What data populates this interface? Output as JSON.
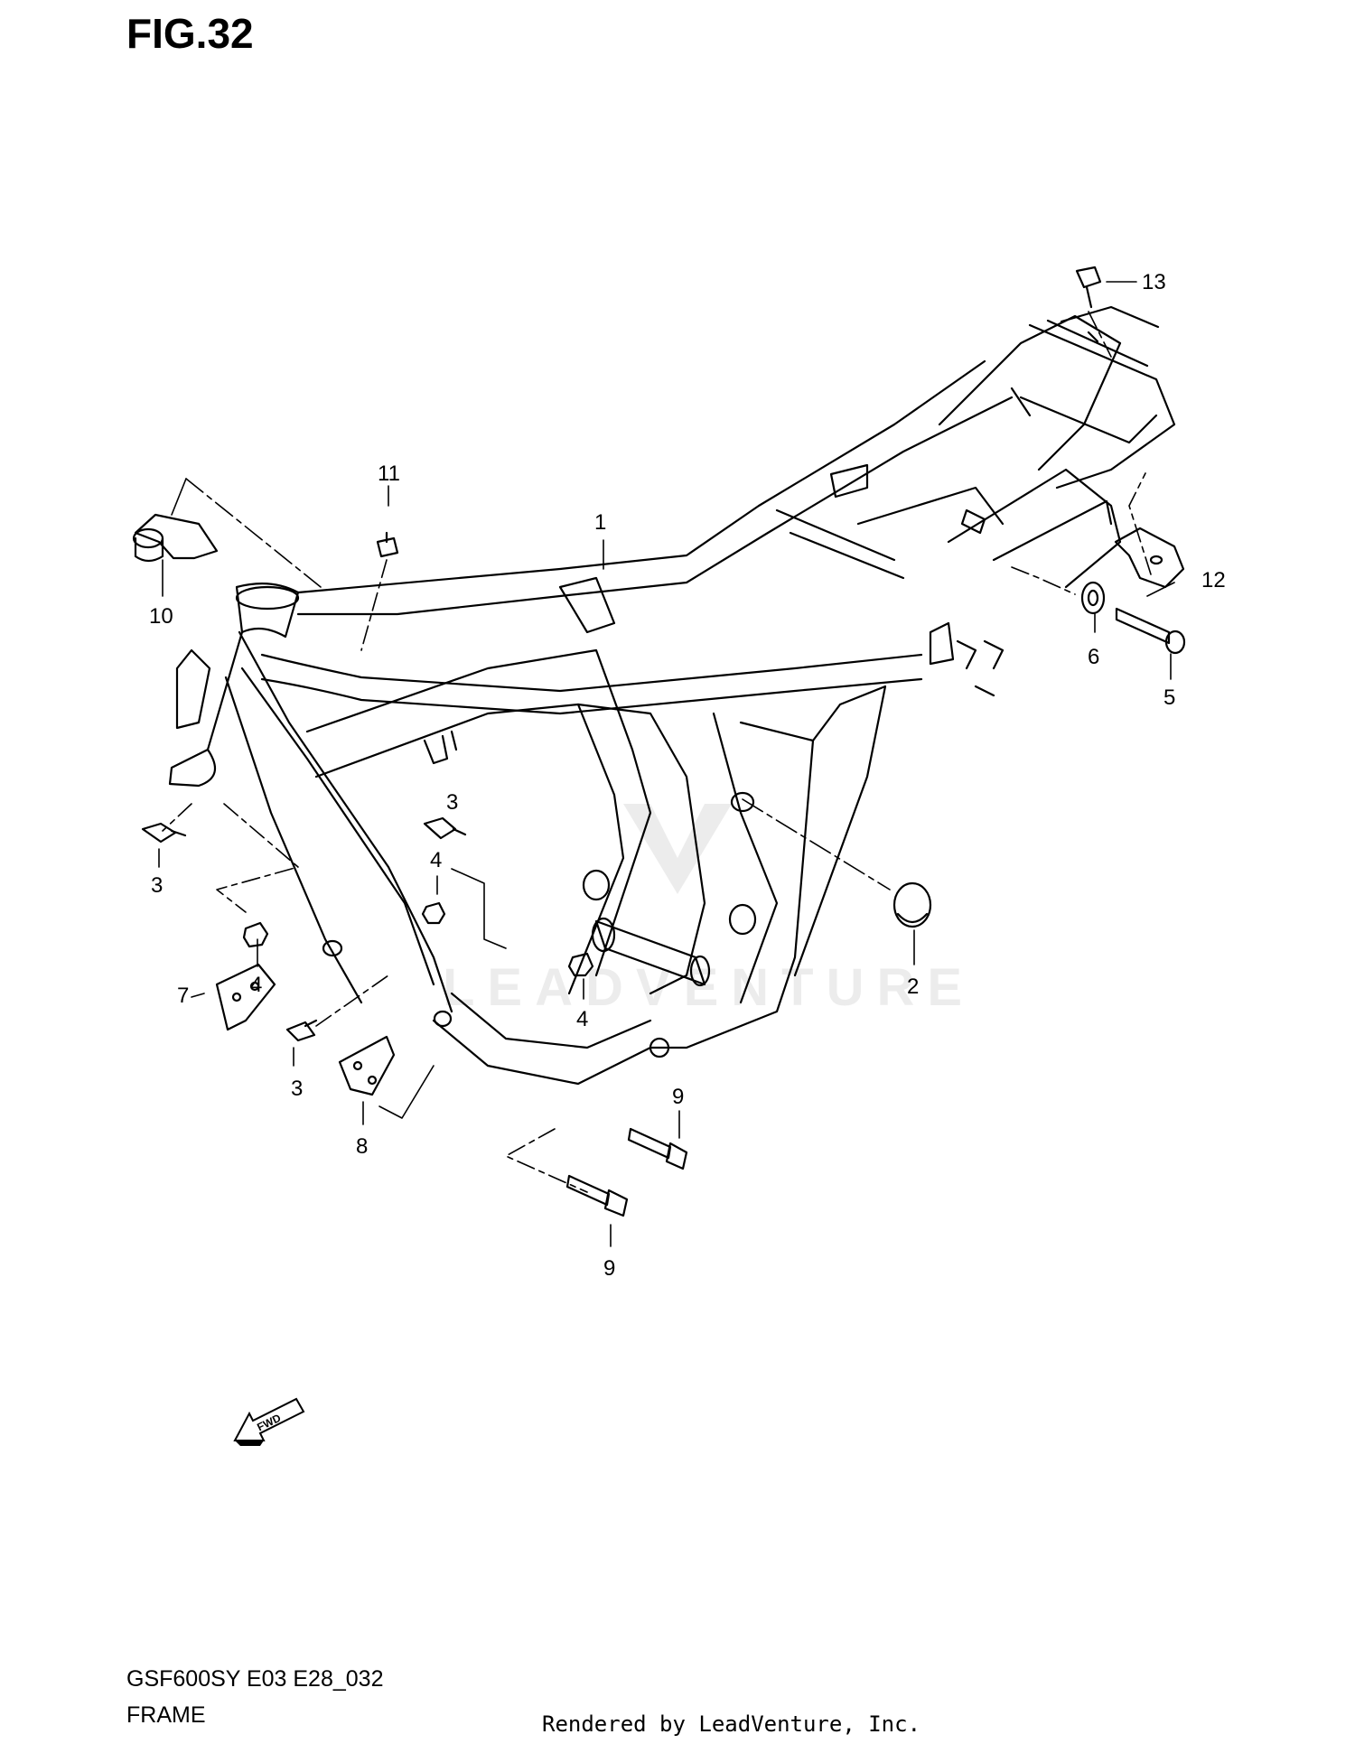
{
  "figure": {
    "title": "FIG.32"
  },
  "footer": {
    "model_code": "GSF600SY E03 E28_032",
    "section_name": "FRAME",
    "credit": "Rendered by LeadVenture, Inc."
  },
  "watermark": {
    "text": "LEADVENTURE"
  },
  "fwd_indicator": {
    "label": "FWD"
  },
  "callouts": {
    "c1": "1",
    "c2": "2",
    "c3a": "3",
    "c3b": "3",
    "c3c": "3",
    "c4a": "4",
    "c4b": "4",
    "c4c": "4",
    "c5": "5",
    "c6": "6",
    "c7": "7",
    "c8": "8",
    "c9a": "9",
    "c9b": "9",
    "c10": "10",
    "c11": "11",
    "c12": "12",
    "c13": "13"
  }
}
